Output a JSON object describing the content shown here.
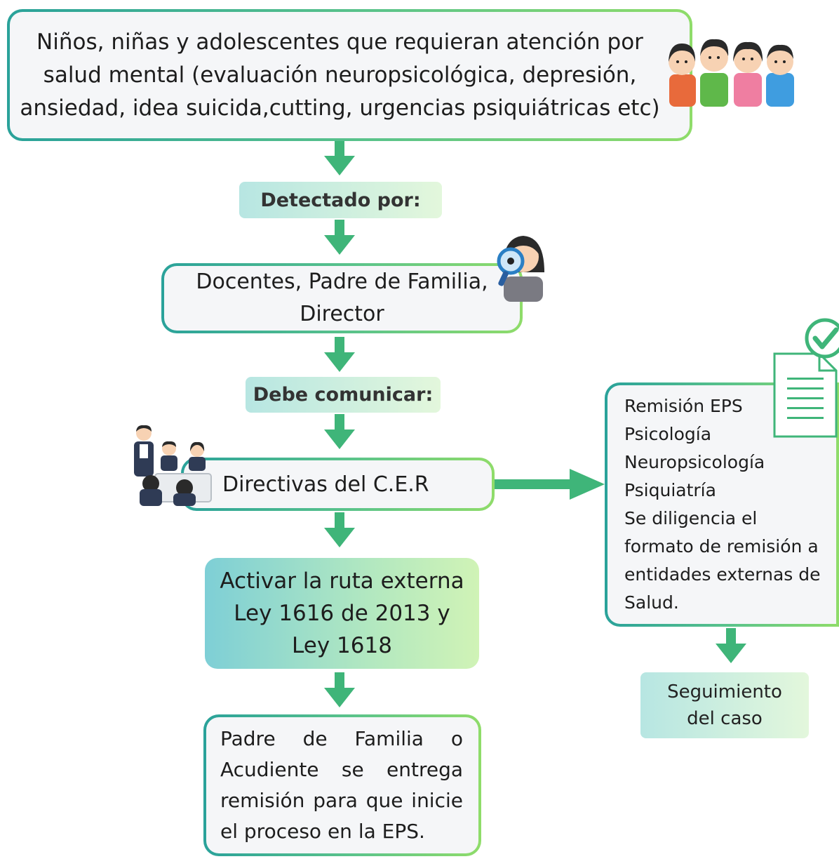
{
  "top_box": {
    "lines": [
      "Niños, niñas y adolescentes que requieran atención por",
      "salud mental (evaluación neuropsicológica, depresión,",
      "ansiedad, idea suicida,cutting, urgencias psiquiátricas etc)"
    ]
  },
  "detected_label": "Detectado por:",
  "detectors_box": {
    "lines": [
      "Docentes, Padre de Familia,",
      "Director"
    ]
  },
  "communicate_label": "Debe comunicar:",
  "directives_box": {
    "text": "Directivas del C.E.R"
  },
  "activate_box": {
    "lines": [
      "Activar la ruta externa",
      "Ley 1616 de 2013 y",
      "Ley 1618"
    ]
  },
  "parent_box": {
    "lines": [
      "Padre de Familia o",
      "Acudiente se entrega",
      "remisión para que inicie",
      "el proceso en la EPS."
    ]
  },
  "referral_box": {
    "lines": [
      "Remisión EPS",
      "Psicología",
      "Neuropsicología",
      "Psiquiatría",
      "Se diligencia el",
      "formato de remisión a",
      "entidades externas de",
      "Salud."
    ]
  },
  "followup_label": {
    "lines": [
      "Seguimiento",
      "del caso"
    ]
  },
  "colors": {
    "arrow": "#3fb579",
    "border_start": "#2aa29a",
    "border_end": "#8fdc6a",
    "box_fill": "#f5f6f8"
  },
  "icons": [
    "children-group-icon",
    "magnifier-person-icon",
    "meeting-people-icon",
    "document-check-icon"
  ]
}
